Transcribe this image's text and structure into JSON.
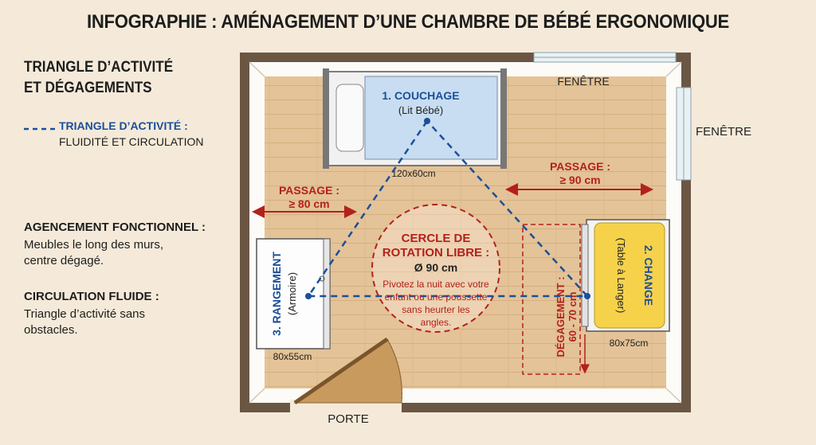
{
  "title": "INFOGRAPHIE : AMÉNAGEMENT D’UNE CHAMBRE DE BÉBÉ ERGONOMIQUE",
  "sidebar": {
    "heading_line1": "TRIANGLE D’ACTIVITÉ",
    "heading_line2": "ET DÉGAGEMENTS",
    "legend_title": "TRIANGLE D’ACTIVITÉ :",
    "legend_sub": "FLUIDITÉ ET CIRCULATION",
    "agencement_title": "AGENCEMENT FONCTIONNEL :",
    "agencement_line1": "Meubles le long des murs,",
    "agencement_line2": "centre dégagé.",
    "circulation_title": "CIRCULATION FLUIDE :",
    "circulation_line1": "Triangle d’activité sans",
    "circulation_line2": "obstacles."
  },
  "plan": {
    "window_top": "FENÊTRE",
    "window_right": "FENÊTRE",
    "door": "PORTE",
    "crib": {
      "name": "1. COUCHAGE",
      "sub": "(Lit Bébé)",
      "size": "120x60cm"
    },
    "changing": {
      "name": "2. CHANGE",
      "sub": "(Table à Langer)",
      "size": "80x75cm"
    },
    "storage": {
      "name": "3. RANGEMENT",
      "sub": "(Armoire)",
      "size": "80x55cm"
    },
    "passage_left": {
      "line1": "PASSAGE :",
      "line2": "≥ 80 cm"
    },
    "passage_right": {
      "line1": "PASSAGE :",
      "line2": "≥ 90 cm"
    },
    "circle": {
      "line1": "CERCLE DE",
      "line2": "ROTATION LIBRE :",
      "line3": "Ø 90 cm",
      "desc1": "Pivotez la nuit avec votre",
      "desc2": "enfant ou une poussette",
      "desc3": "sans heurter les",
      "desc4": "angles."
    },
    "clearance": {
      "line1": "DÉGAGEMENT :",
      "line2": "60 - 70 cm"
    }
  },
  "colors": {
    "blue": "#1a4f9a",
    "red": "#b3211b",
    "wall": "#6b5644",
    "floor": "#e4c398"
  }
}
